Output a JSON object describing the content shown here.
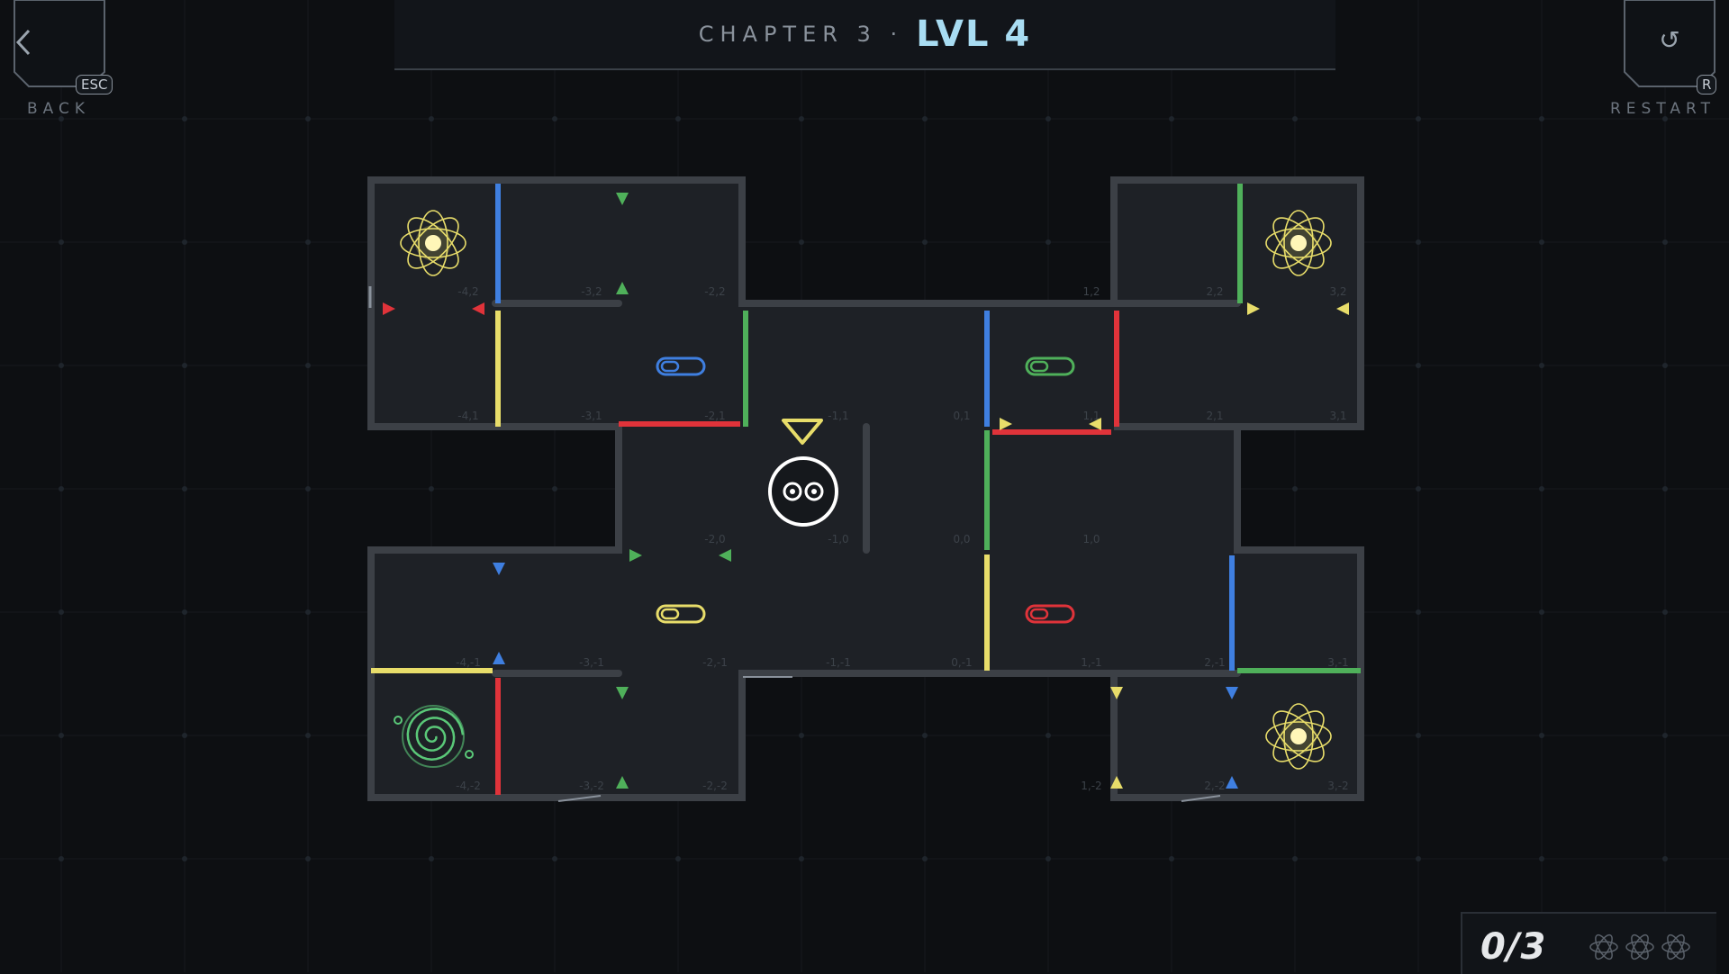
{
  "header": {
    "chapter": "CHAPTER 3 ·",
    "level": "LVL 4"
  },
  "back_button": {
    "label": "BACK",
    "key": "ESC",
    "icon": "chevron-left-icon"
  },
  "restart_button": {
    "label": "RESTART",
    "key": "R",
    "icon": "restart-icon",
    "glyph": "↺"
  },
  "score": {
    "text": "0/3",
    "collected": 0,
    "total": 3
  },
  "colors": {
    "blue": "#3f7fe0",
    "yellow": "#e8dd6a",
    "green": "#4fb05a",
    "red": "#e0333a",
    "atom": "#e8dd6a",
    "spiral": "#5ac878",
    "wall": "#3c4046",
    "floor": "#1e2126"
  },
  "cells": [
    {
      "label": "-4,2"
    },
    {
      "label": "-3,2"
    },
    {
      "label": "-2,2"
    },
    {
      "label": "1,2"
    },
    {
      "label": "2,2"
    },
    {
      "label": "3,2"
    },
    {
      "label": "-4,1"
    },
    {
      "label": "-3,1"
    },
    {
      "label": "-2,1"
    },
    {
      "label": "-1,1"
    },
    {
      "label": "0,1"
    },
    {
      "label": "1,1"
    },
    {
      "label": "2,1"
    },
    {
      "label": "3,1"
    },
    {
      "label": "-2,0"
    },
    {
      "label": "-1,0"
    },
    {
      "label": "0,0"
    },
    {
      "label": "1,0"
    },
    {
      "label": "-4,-1"
    },
    {
      "label": "-3,-1"
    },
    {
      "label": "-2,-1"
    },
    {
      "label": "-1,-1"
    },
    {
      "label": "0,-1"
    },
    {
      "label": "1,-1"
    },
    {
      "label": "2,-1"
    },
    {
      "label": "3,-1"
    },
    {
      "label": "-4,-2"
    },
    {
      "label": "-3,-2"
    },
    {
      "label": "-2,-2"
    },
    {
      "label": "1,-2"
    },
    {
      "label": "2,-2"
    },
    {
      "label": "3,-2"
    }
  ],
  "objects": {
    "player": {
      "name": "robot-player",
      "color": "#ffffff"
    },
    "goal_marker": {
      "name": "goal-triangle",
      "color": "#e8dd6a"
    },
    "keys": [
      {
        "color": "blue"
      },
      {
        "color": "green"
      },
      {
        "color": "yellow"
      },
      {
        "color": "red"
      }
    ],
    "atoms": [
      {
        "id": "atom-nw"
      },
      {
        "id": "atom-ne"
      },
      {
        "id": "atom-se"
      }
    ],
    "spiral": {
      "id": "spiral-exit"
    }
  }
}
